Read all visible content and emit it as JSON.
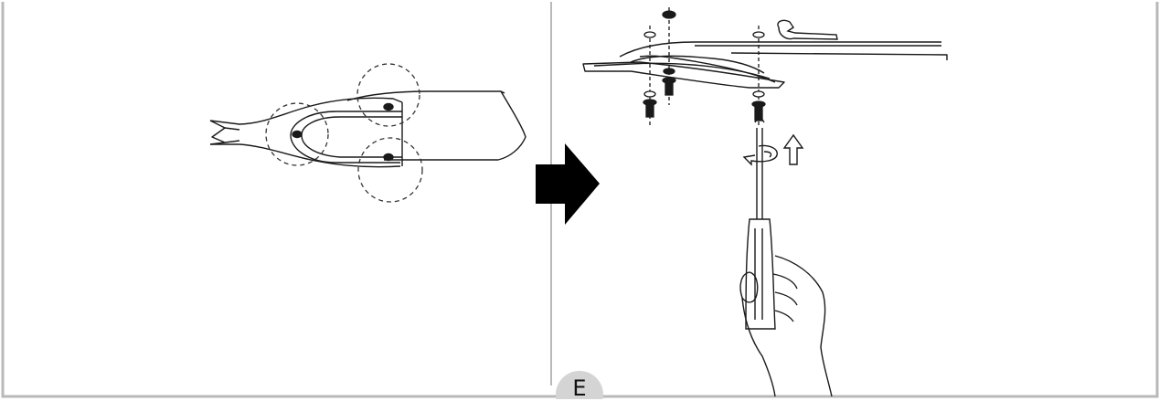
{
  "step": {
    "label": "E"
  },
  "colors": {
    "frame": "#b9b9b9",
    "badge": "#d4d4d4",
    "line": "#1a1a1a",
    "arrow": "#000000",
    "dashed": "#333333"
  },
  "icons": {
    "left_panel": "fan-blade-bracket-diagram",
    "transition": "arrow-right-icon",
    "right_panel": "screwdriver-install-diagram",
    "rotate": "rotate-arrow-icon",
    "lift": "up-arrow-icon",
    "wrench": "wrench-icon"
  }
}
